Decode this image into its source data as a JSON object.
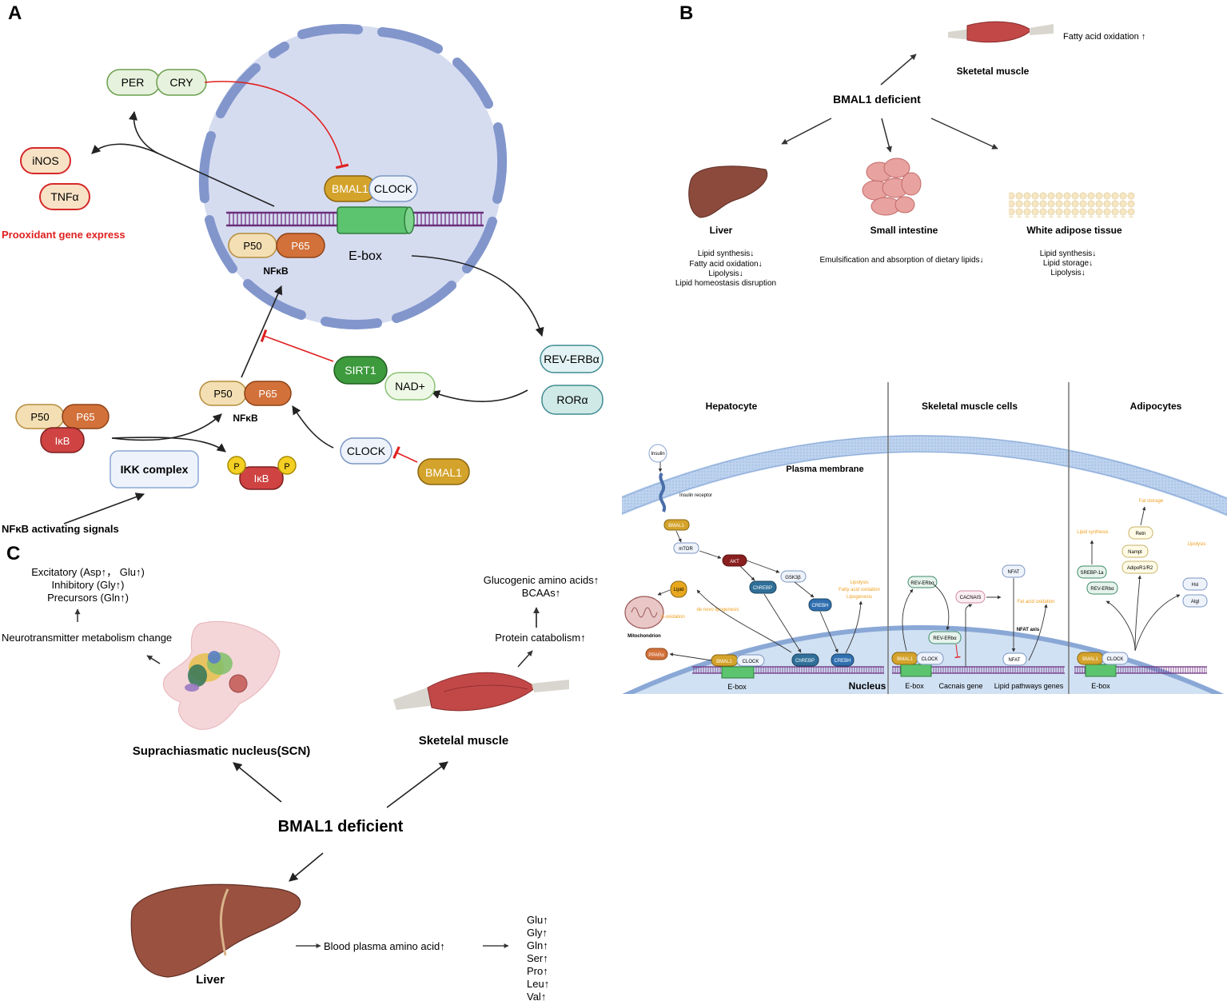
{
  "panels": {
    "a": "A",
    "b": "B",
    "c": "C"
  },
  "panel_a": {
    "per": "PER",
    "cry": "CRY",
    "inos": "iNOS",
    "tnfa": "TNFα",
    "prooxidant": "Prooxidant gene express",
    "bmal1_nuc": "BMAL1",
    "clock_nuc": "CLOCK",
    "p50_nuc": "P50",
    "p65_nuc": "P65",
    "nfkb_nuc": "NFκB",
    "ebox": "E-box",
    "rev_erb": "REV-ERBα",
    "ror": "RORα",
    "sirt1": "SIRT1",
    "nad": "NAD+",
    "p50_mid": "P50",
    "p65_mid": "P65",
    "nfkb_mid": "NFκB",
    "p50_left": "P50",
    "p65_left": "P65",
    "ikb_left": "IκB",
    "ikk": "IKK complex",
    "ikb_p": "IκB",
    "p_mark": "P",
    "clock_out": "CLOCK",
    "bmal1_out": "BMAL1",
    "activating": "NFκB activating signals"
  },
  "panel_b": {
    "top_outcome": "Fatty acid oxidation ↑",
    "skeletal_muscle": "Sketetal muscle",
    "center": "BMAL1 deficient",
    "liver": "Liver",
    "liver_effects": [
      "Lipid synthesis↓",
      "Fatty acid oxidation↓",
      "Lipolysis↓",
      "Lipid homeostasis disruption"
    ],
    "intestine": "Small intestine",
    "intestine_effect": "Emulsification and absorption of dietary lipids↓",
    "adipose": "White adipose tissue",
    "adipose_effects": [
      "Lipid synthesis↓",
      "Lipid storage↓",
      "Lipolysis↓"
    ],
    "cell_titles": [
      "Hepatocyte",
      "Skeletal muscle cells",
      "Adipocytes"
    ],
    "plasma_membrane": "Plasma membrane",
    "nucleus": "Nucleus",
    "hepatocyte": {
      "insulin": "Insulin",
      "insulin_receptor": "Insulin receptor",
      "bmal1": "BMAL1",
      "mtor": "mTOR",
      "akt": "AKT",
      "gsk3b": "GSK3β",
      "chrebp": "ChREBP",
      "creb": "CREBH",
      "lipid": "Lipid",
      "mitochondrion": "Mitochondrion",
      "b_oxidation": "β-oxidation",
      "de_novo": "de novo lipogenesis",
      "creb_out": [
        "Lipolysis",
        "Fatty acid oxidation",
        "Lipogenesis"
      ],
      "ppara": "PPARα",
      "n_bmal1": "BMAL1",
      "n_clock": "CLOCK",
      "n_chrebp": "ChREBP",
      "n_creb": "CREBH",
      "ebox": "E-box"
    },
    "muscle": {
      "rev_erb": "REV-ERbα",
      "cacnais": "CACNAIS",
      "nfat": "NFAT",
      "fat_ox": "Fat acid oxidation",
      "rev_erb_n": "REV-ERbα",
      "nfat_axis": "NFAT axis",
      "nfat_n": "NFAT",
      "bmal1": "BMAL1",
      "clock": "CLOCK",
      "ebox": "E-box",
      "cacnais_gene": "Cacnais gene",
      "lipid_genes": "Lipid pathways  genes"
    },
    "adipocyte": {
      "lipid_synthesis": "Lipid synthesis",
      "srebp": "SREBP-1a",
      "rev_erb": "REV-ERbα",
      "fat_storage": "Fat storage",
      "retn": "Retn",
      "nampt": "Nampt",
      "adipor": "AdipoR1/R2",
      "lipolysis": "Lipolysis",
      "hsl": "Hsl",
      "atgl": "Atgl",
      "bmal1": "BMAL1",
      "clock": "CLOCK",
      "ebox": "E-box"
    }
  },
  "panel_c": {
    "nt_lines": [
      "Excitatory (Asp↑， Glu↑)",
      "Inhibitory (Gly↑)",
      "Precursors (Gln↑)"
    ],
    "nt_change": "Neurotransmitter metabolism change",
    "scn": "Suprachiasmatic nucleus(SCN)",
    "muscle_out": [
      "Glucogenic amino acids↑",
      "BCAAs↑"
    ],
    "protein": "Protein catabolism↑",
    "muscle": "Sketelal muscle",
    "center": "BMAL1 deficient",
    "liver": "Liver",
    "blood": "Blood plasma amino acid↑",
    "amino_acids": [
      "Glu↑",
      "Gly↑",
      "Gln↑",
      "Ser↑",
      "Pro↑",
      "Leu↑",
      "Val↑"
    ]
  },
  "colors": {
    "inhibit": "#e02020",
    "nucleus_fill": "#d6dcf0",
    "nucleus_rim": "#8296cc",
    "prooxidant": "#e02020",
    "orange_label": "#f0a020"
  }
}
